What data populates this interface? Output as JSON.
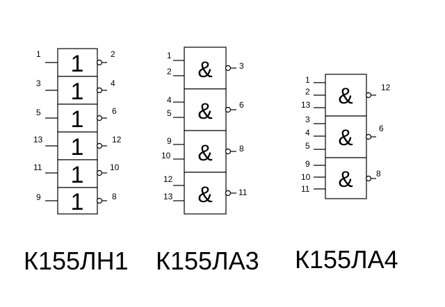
{
  "chips": [
    {
      "name": "К155ЛН1",
      "gate_symbol": "1",
      "gates": [
        {
          "inputs": [
            "1"
          ],
          "output": "2"
        },
        {
          "inputs": [
            "3"
          ],
          "output": "4"
        },
        {
          "inputs": [
            "5"
          ],
          "output": "6"
        },
        {
          "inputs": [
            "13"
          ],
          "output": "12"
        },
        {
          "inputs": [
            "11"
          ],
          "output": "10"
        },
        {
          "inputs": [
            "9"
          ],
          "output": "8"
        }
      ]
    },
    {
      "name": "К155ЛА3",
      "gate_symbol": "&",
      "gates": [
        {
          "inputs": [
            "1",
            "2"
          ],
          "output": "3"
        },
        {
          "inputs": [
            "4",
            "5"
          ],
          "output": "6"
        },
        {
          "inputs": [
            "9",
            "10"
          ],
          "output": "8"
        },
        {
          "inputs": [
            "12",
            "13"
          ],
          "output": "11"
        }
      ]
    },
    {
      "name": "К155ЛА4",
      "gate_symbol": "&",
      "gates": [
        {
          "inputs": [
            "1",
            "2",
            "13"
          ],
          "output": "12"
        },
        {
          "inputs": [
            "3",
            "4",
            "5"
          ],
          "output": "6"
        },
        {
          "inputs": [
            "9",
            "10",
            "11"
          ],
          "output": "8"
        }
      ]
    }
  ]
}
